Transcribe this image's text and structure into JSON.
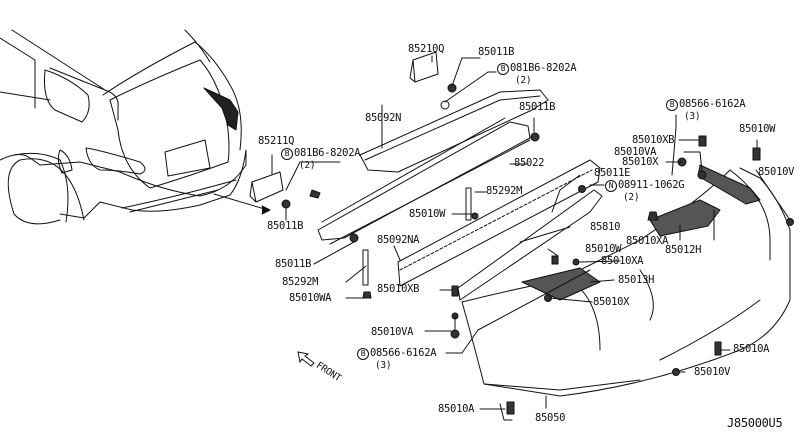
{
  "diagram": {
    "code": "J85000U5",
    "front_label": "FRONT",
    "labels": [
      {
        "id": "85210Q",
        "text": "85210Q"
      },
      {
        "id": "85011B_a",
        "text": "85011B"
      },
      {
        "id": "081B6_a",
        "prefix": "B",
        "text": "081B6-8202A",
        "qty": "(2)"
      },
      {
        "id": "85092N",
        "text": "85092N"
      },
      {
        "id": "85011B_b",
        "text": "85011B"
      },
      {
        "id": "85211Q",
        "text": "85211Q"
      },
      {
        "id": "081B6_b",
        "prefix": "B",
        "text": "081B6-8202A",
        "qty": "(2)"
      },
      {
        "id": "85022",
        "text": "85022"
      },
      {
        "id": "85011B_c",
        "text": "85011B"
      },
      {
        "id": "08566_a",
        "prefix": "B",
        "text": "08566-6162A",
        "qty": "(3)"
      },
      {
        "id": "85010XB_a",
        "text": "85010XB"
      },
      {
        "id": "85010W_a",
        "text": "85010W"
      },
      {
        "id": "85010VA_a",
        "text": "85010VA"
      },
      {
        "id": "85010X_a",
        "text": "85010X"
      },
      {
        "id": "85011E",
        "text": "85011E"
      },
      {
        "id": "85010V_a",
        "text": "85010V"
      },
      {
        "id": "08911",
        "prefix": "N",
        "text": "08911-1062G",
        "qty": "(2)"
      },
      {
        "id": "85292M_a",
        "text": "85292M"
      },
      {
        "id": "85010W_b",
        "text": "85010W"
      },
      {
        "id": "85810",
        "text": "85810"
      },
      {
        "id": "85010XA_a",
        "text": "85010XA"
      },
      {
        "id": "85012H",
        "text": "85012H"
      },
      {
        "id": "85092NA",
        "text": "85092NA"
      },
      {
        "id": "85011B_d",
        "text": "85011B"
      },
      {
        "id": "85010W_c",
        "text": "85010W"
      },
      {
        "id": "85010XA_b",
        "text": "85010XA"
      },
      {
        "id": "85292M_b",
        "text": "85292M"
      },
      {
        "id": "85013H",
        "text": "85013H"
      },
      {
        "id": "85010WA",
        "text": "85010WA"
      },
      {
        "id": "85010XB_b",
        "text": "85010XB"
      },
      {
        "id": "85010X_b",
        "text": "85010X"
      },
      {
        "id": "85010VA_b",
        "text": "85010VA"
      },
      {
        "id": "08566_b",
        "prefix": "B",
        "text": "08566-6162A",
        "qty": "(3)"
      },
      {
        "id": "85010A_a",
        "text": "85010A"
      },
      {
        "id": "85010V_b",
        "text": "85010V"
      },
      {
        "id": "85010A_b",
        "text": "85010A"
      },
      {
        "id": "85050",
        "text": "85050"
      }
    ]
  }
}
